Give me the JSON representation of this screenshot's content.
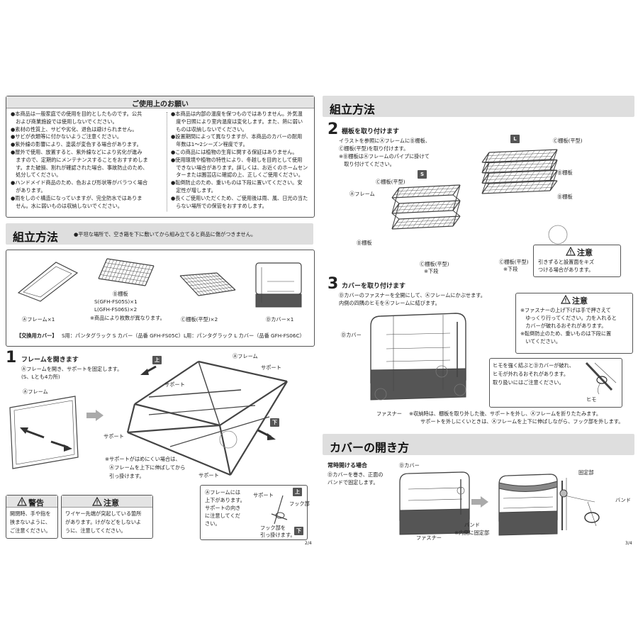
{
  "left_page": {
    "caution_box": {
      "title": "ご使用上のお願い",
      "left_col": [
        "●本商品は一般家庭での使用を目的としたものです。公共",
        "　および商業施設では使用しないでください。",
        "●素材の性質上、サビや劣化、退色は避けられません。",
        "●サビが衣類等に付かないようご注意ください。",
        "●紫外線の影響により、塗装が変色する場合があります。",
        "●屋外で使用、放置すると、紫外線などにより劣化が進み",
        "　ますので、定期的にメンテナンスすることをおすすめしま",
        "　す。また破損、割れが確認された場合、事故防止のため、",
        "　処分してください。",
        "●ハンドメイド商品のため、色および形状等がバラつく場合",
        "　があります。",
        "●雨をしのぐ構造になっていますが、完全防水ではありま",
        "　せん。水に弱いものは収納しないでください。"
      ],
      "right_col": [
        "●本商品は内部の温度を保つものではありません。外気温",
        "　度や日照により室内温度は変化します。また、熱に弱い",
        "　ものは収納しないでください。",
        "●設置期間によって異なりますが、本商品のカバーの耐用",
        "　年数は1～2シーズン程度です。",
        "●この商品には植物の生育に関する保証はありません。",
        "●使用環境や植物の特性により、冬越しを目的として使用",
        "　できない場合があります。詳しくは、お近くのホームセン",
        "　ターまたは園芸店に確認の上、正しくご使用ください。",
        "●転倒防止のため、重いものは下段に置いてください。安",
        "　定性が増します。",
        "●長くご使用いただくため、ご使用後は雨、風、日光の当た",
        "　らない場所での保管をおすすめします。"
      ]
    },
    "assembly_header": {
      "title": "組立方法",
      "note": "●平坦な場所で、空き箱を下に敷いてから組み立てると商品に傷がつきません。"
    },
    "parts": {
      "frame": "Ⓐフレーム×1",
      "shelf_code": "Ⓑ棚板",
      "shelf_s": "S(GFH-FS05S)×1",
      "shelf_l": "L(GFH-FS06S)×2",
      "shelf_note": "※商品により枚数が異なります。",
      "flat_shelf": "Ⓒ棚板(平型)×2",
      "cover": "Ⓓカバー×1",
      "replacement_label": "【交換用カバー】",
      "replacement_s": "S用：パンタグラック S カバー（品番 GFH-FS05C）",
      "replacement_l": "L用：パンタグラック L カバー（品番 GFH-FS06C）"
    },
    "step1": {
      "number": "1",
      "title": "フレームを開きます",
      "desc1": "Ⓐフレームを開き、サポートを固定します。",
      "desc2": "(S、Lとも4カ所)",
      "label_frame_a": "Ⓐフレーム",
      "label_frame_b": "Ⓐフレーム",
      "label_up": "上",
      "label_down": "下",
      "label_support1": "サポート",
      "label_support2": "サポート",
      "label_support3": "サポート",
      "label_support4": "サポート",
      "note1": "※サポートがはめにくい場合は、",
      "note2": "Ⓐフレームを上下に伸ばしてから",
      "note3": "引っ掛けます。",
      "detail_text": [
        "Ⓐフレームには",
        "上下があります。",
        "サポートの向き",
        "に注意してくだ",
        "さい。"
      ],
      "detail_support": "サポート",
      "detail_hook": "フック部",
      "detail_hook2": "フック部を",
      "detail_hook3": "引っ掛けます。",
      "detail_up": "上",
      "detail_down": "下"
    },
    "warning": {
      "title": "警告",
      "lines": [
        "開閉時、手や指を",
        "挟まないように、",
        "ご注意ください。"
      ]
    },
    "caution": {
      "title": "注意",
      "lines": [
        "ワイヤー先端が突起している箇所",
        "があります。けがなどをしないよ",
        "うに、注意してください。"
      ]
    },
    "page_num": "2/4"
  },
  "right_page": {
    "assembly_header": "組立方法",
    "step2": {
      "number": "2",
      "title": "棚板を取り付けます",
      "desc1": "イラストを参照にⒶフレームにⒷ棚板、",
      "desc2": "Ⓒ棚板(平型)を取り付けます。",
      "desc3": "※Ⓑ棚板はⒶフレームのパイプに掛けて",
      "desc4": "　取り付けてください。",
      "size_s": "S",
      "size_l": "L",
      "s_flat_top": "Ⓒ棚板(平型)",
      "s_frame": "Ⓐフレーム",
      "s_shelf": "Ⓑ棚板",
      "s_flat_bottom": "Ⓒ棚板(平型)",
      "s_bottom_note": "※下段",
      "l_flat_top": "Ⓒ棚板(平型)",
      "l_shelf1": "Ⓑ棚板",
      "l_shelf2": "Ⓑ棚板",
      "l_flat_bottom": "Ⓒ棚板(平型)",
      "l_bottom_note": "※下段",
      "caution_title": "注意",
      "caution_lines": [
        "引きずると設置面をキズ",
        "つける場合があります。"
      ]
    },
    "step3": {
      "number": "3",
      "title": "カバーを取り付けます",
      "desc1": "Ⓓカバーのファスナーを全開にして、Ⓐフレームにかぶせます。",
      "desc2": "内側の四隅のヒモをⒶフレームに結びます。",
      "label_cover": "Ⓓカバー",
      "label_zipper": "ファスナー",
      "caution_title": "注意",
      "caution_lines": [
        "※ファスナーの上げ下げは手で押さえて",
        "　ゆっくり行ってください。力を入れると",
        "　カバーが破れるおそれがあります。",
        "※転倒防止のため、重いものは下段に置",
        "　いてください。"
      ],
      "tie_lines": [
        "ヒモを強く結ぶとⒹカバーが破れ、",
        "ヒモが外れるおそれがあります。",
        "取り扱いにはご注意ください。"
      ],
      "tie_label": "ヒモ",
      "storage1": "※収納時は、棚板を取り外した後、サポートを外し、Ⓐフレームを折りたたみます。",
      "storage2": "サポートを外しにくいときは、Ⓐフレームを上下に伸ばしながら、フック部を外します。"
    },
    "cover_open": {
      "header": "カバーの開き方",
      "sub": "常時開ける場合",
      "desc1": "Ⓓカバーを巻き、正面の",
      "desc2": "バンドで固定します。",
      "label_cover": "Ⓓカバー",
      "label_band": "バンド",
      "label_band_note": "※内側に固定部",
      "label_zipper": "ファスナー",
      "label_fix": "固定部",
      "label_band2": "バンド"
    },
    "page_num": "3/4"
  }
}
